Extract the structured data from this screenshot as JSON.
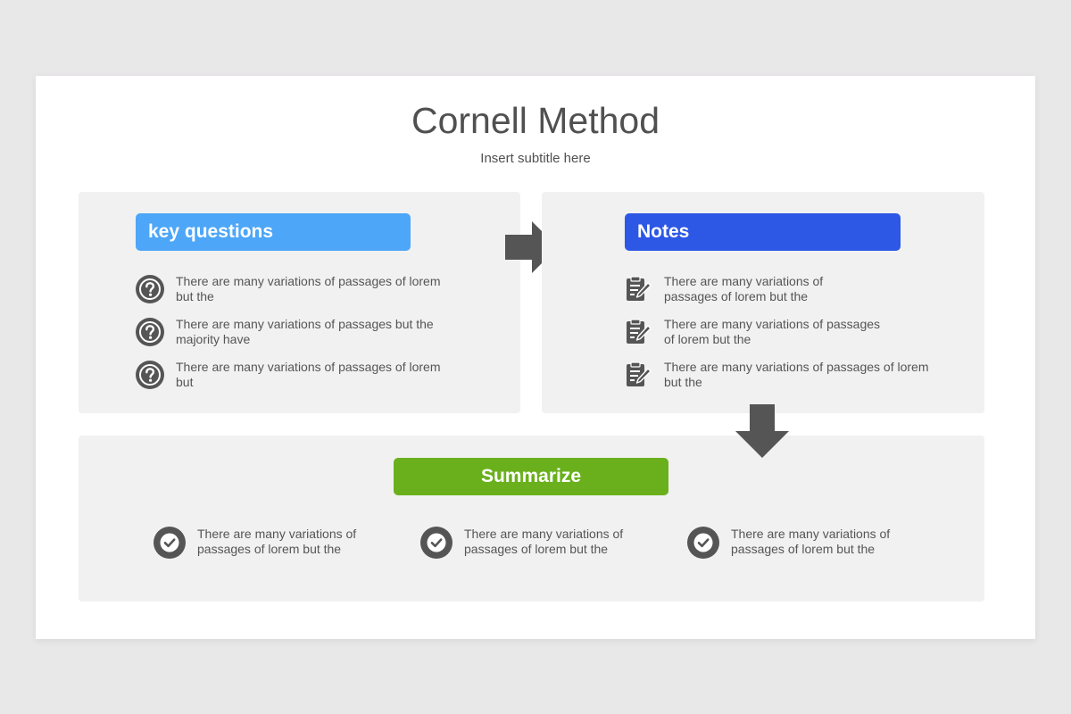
{
  "slide": {
    "title": "Cornell Method",
    "subtitle": "Insert subtitle here"
  },
  "colors": {
    "key_questions": "#4da6f7",
    "notes": "#2d58e5",
    "summarize": "#6ab01c",
    "icon": "#555555",
    "panel": "#f1f1f1"
  },
  "key_questions": {
    "label": "key questions",
    "icon": "question-circle-icon",
    "items": [
      {
        "line1": "There are many variations of passages of lorem",
        "line2": "but the"
      },
      {
        "line1": "There are many variations of passages but the",
        "line2": "majority have"
      },
      {
        "line1": "There are many variations of passages of lorem",
        "line2": "but"
      }
    ]
  },
  "notes": {
    "label": "Notes",
    "icon": "note-edit-icon",
    "items": [
      {
        "line1": "There are many variations of",
        "line2": "passages of lorem but the"
      },
      {
        "line1": "There are many variations of passages",
        "line2": "of lorem but the"
      },
      {
        "line1": "There are many variations of passages of lorem",
        "line2": "but the"
      }
    ]
  },
  "summarize": {
    "label": "Summarize",
    "icon": "check-circle-icon",
    "items": [
      {
        "line1": "There are many variations of",
        "line2": "passages of lorem but the"
      },
      {
        "line1": "There are many variations of",
        "line2": "passages of lorem but the"
      },
      {
        "line1": "There are many variations of",
        "line2": "passages of lorem but the"
      }
    ]
  }
}
